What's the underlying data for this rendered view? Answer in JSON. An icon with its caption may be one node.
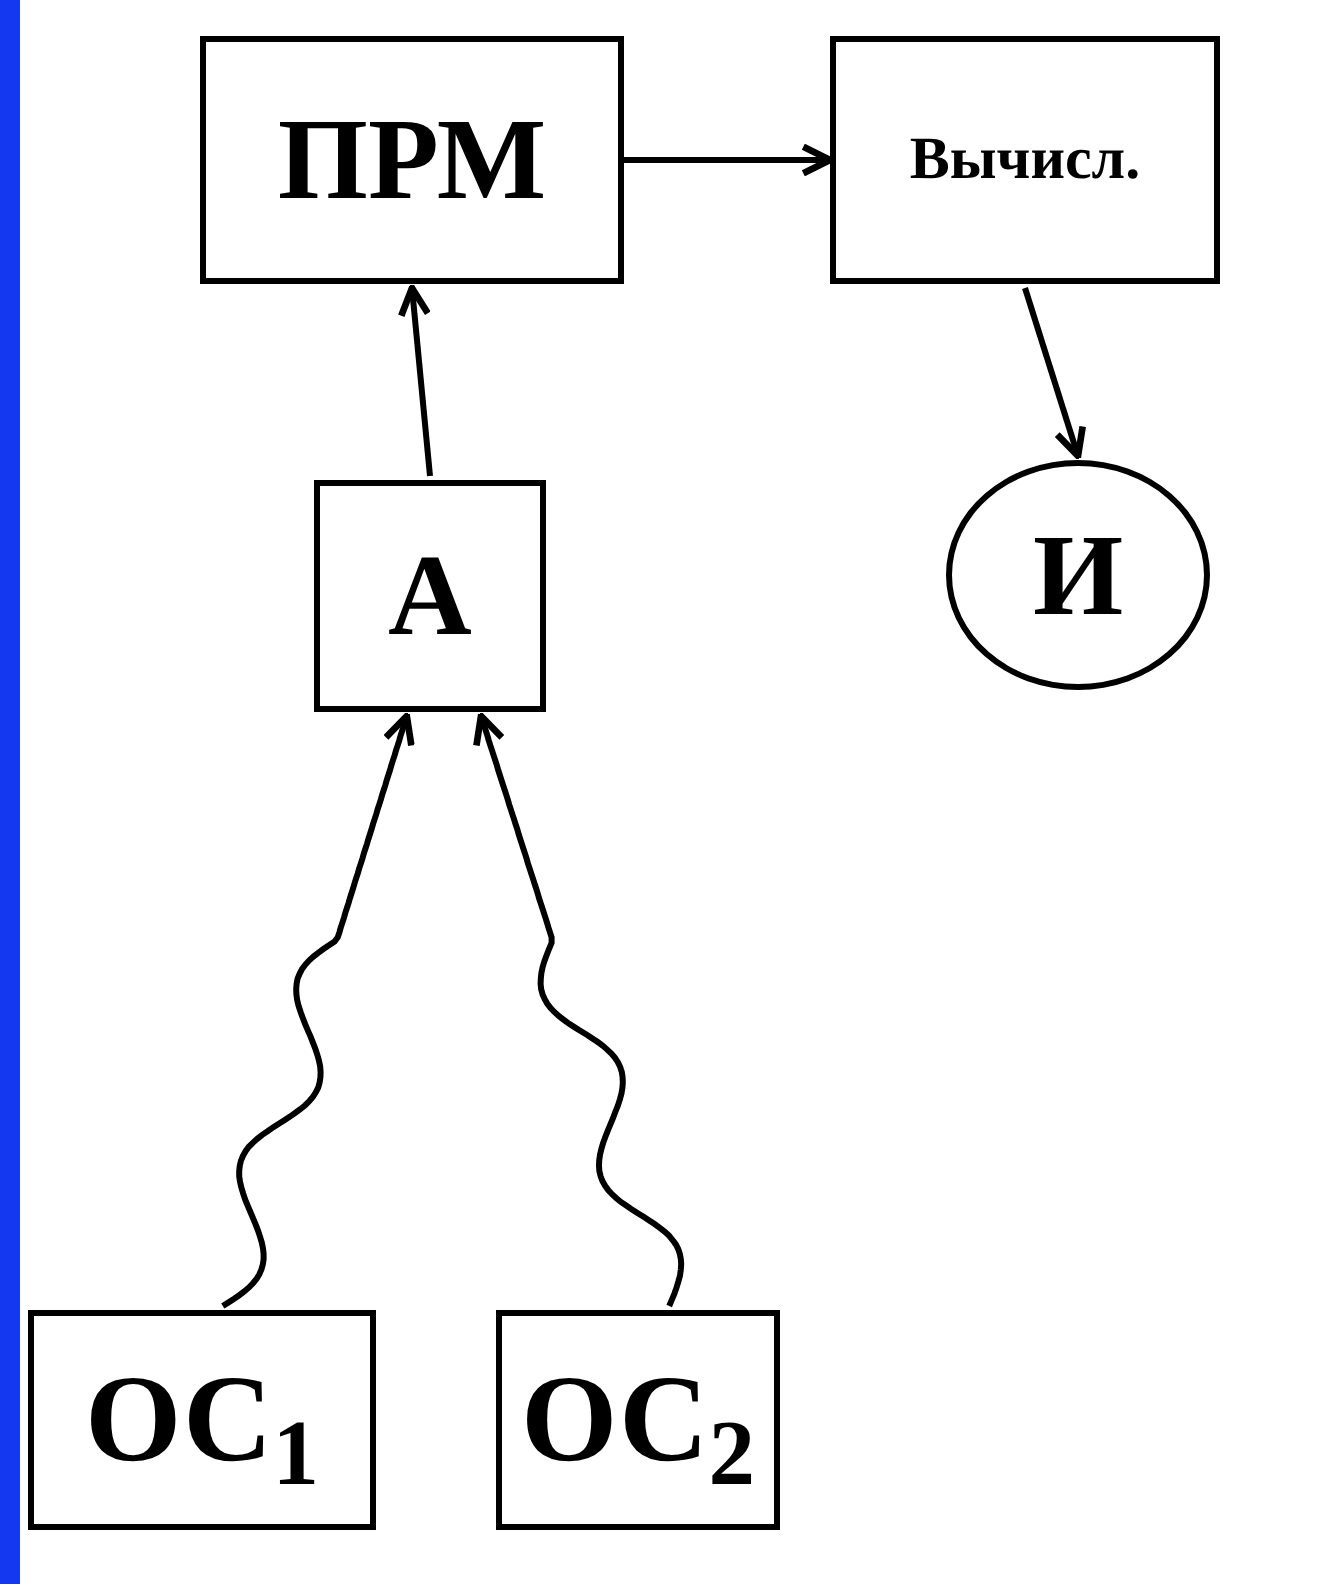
{
  "diagram": {
    "nodes": [
      {
        "text": [
          "ПРМ"
        ]
      },
      {
        "text": [
          "Вычисл."
        ]
      },
      {
        "text": [
          "А"
        ]
      },
      {
        "text": [
          "И"
        ]
      },
      {
        "text": [
          "ОС$_{1}$"
        ]
      },
      {
        "text": [
          "ОС$_{2}$"
        ]
      }
    ],
    "edges": [
      {
        "from": 0,
        "to": 1,
        "arrow": "to"
      },
      {
        "from": 1,
        "to": 3,
        "arrow": "to"
      },
      {
        "from": 2,
        "to": 0,
        "arrow": "to"
      },
      {
        "from": 4,
        "to": 2,
        "arrow": "to"
      },
      {
        "from": 5,
        "to": 2,
        "arrow": "to"
      }
    ]
  }
}
